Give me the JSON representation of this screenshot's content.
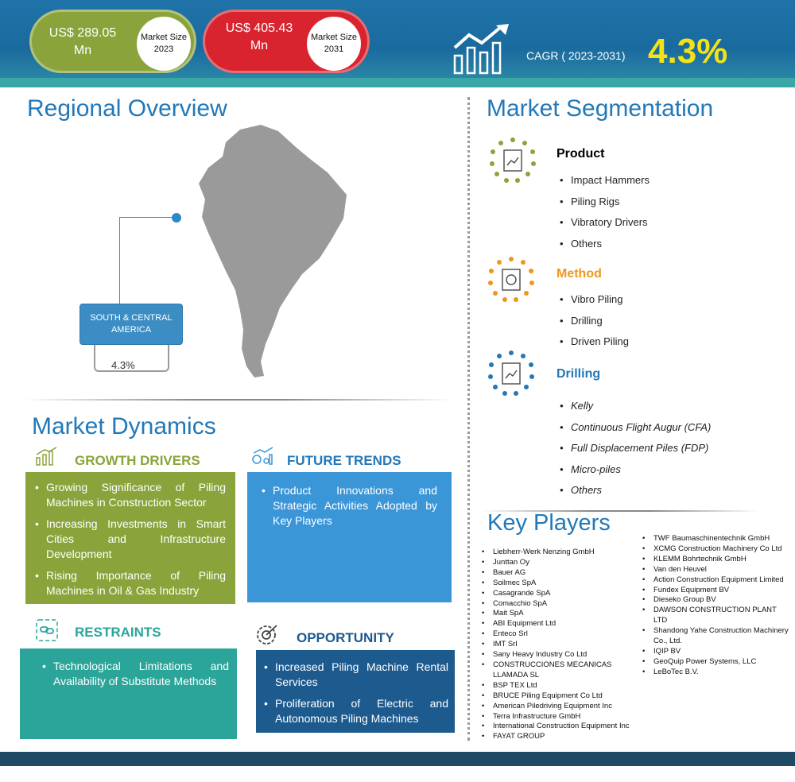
{
  "header": {
    "market_2023": {
      "value": "US$ 289.05 Mn",
      "badge": "Market Size 2023"
    },
    "market_2031": {
      "value": "US$ 405.43 Mn",
      "badge": "Market Size 2031"
    },
    "cagr_label": "CAGR ( 2023-2031)",
    "cagr_value": "4.3%"
  },
  "regional": {
    "title": "Regional Overview",
    "region_name": "SOUTH & CENTRAL AMERICA",
    "region_cagr": "4.3%"
  },
  "segmentation": {
    "title": "Market Segmentation",
    "groups": [
      {
        "name": "Product",
        "color": "#555555",
        "items": [
          "Impact Hammers",
          "Piling Rigs",
          "Vibratory Drivers",
          "Others"
        ]
      },
      {
        "name": "Method",
        "color": "#f0961c",
        "items": [
          "Vibro Piling",
          "Drilling",
          "Driven Piling"
        ]
      },
      {
        "name": "Drilling",
        "color": "#2278b8",
        "items": [
          "Kelly",
          "Continuous Flight Augur (CFA)",
          "Full Displacement Piles (FDP)",
          "Micro-piles",
          "Others"
        ]
      }
    ]
  },
  "dynamics": {
    "title": "Market Dynamics",
    "growth_drivers": {
      "heading": "GROWTH DRIVERS",
      "items": [
        "Growing Significance of Piling Machines in Construction Sector",
        "Increasing Investments in Smart Cities and Infrastructure Development",
        "Rising Importance of Piling Machines in Oil & Gas Industry"
      ]
    },
    "future_trends": {
      "heading": "FUTURE TRENDS",
      "items": [
        "Product Innovations and Strategic Activities Adopted by Key Players"
      ]
    },
    "restraints": {
      "heading": "RESTRAINTS",
      "items": [
        "Technological Limitations and Availability of Substitute Methods"
      ]
    },
    "opportunity": {
      "heading": "OPPORTUNITY",
      "items": [
        "Increased Piling Machine Rental Services",
        "Proliferation of Electric and Autonomous Piling Machines"
      ]
    }
  },
  "key_players": {
    "title": "Key Players",
    "col1": [
      "Liebherr-Werk Nenzing GmbH",
      "Junttan Oy",
      "Bauer AG",
      "Soilmec SpA",
      "Casagrande SpA",
      "Comacchio SpA",
      "Mait SpA",
      "ABI Equipment Ltd",
      "Enteco Srl",
      "IMT Srl",
      "Sany Heavy Industry Co Ltd",
      "CONSTRUCCIONES MECANICAS LLAMADA SL",
      "BSP TEX Ltd",
      "BRUCE Piling Equipment Co Ltd",
      "American Piledriving Equipment Inc",
      "Terra Infrastructure GmbH",
      "International Construction Equipment Inc",
      "FAYAT GROUP"
    ],
    "col2": [
      "TWF Baumaschinentechnik GmbH",
      "XCMG Construction Machinery Co Ltd",
      "KLEMM Bohrtechnik GmbH",
      "Van den Heuvel",
      "Action Construction Equipment Limited",
      "Fundex Equipment BV",
      "Dieseko Group BV",
      "DAWSON CONSTRUCTION PLANT LTD",
      "Shandong Yahe Construction Machinery Co., Ltd.",
      "IQIP BV",
      "GeoQuip Power Systems, LLC",
      "LeBoTec B.V."
    ]
  },
  "colors": {
    "growth": "#8aa43b",
    "trends": "#3b96d8",
    "restraints": "#2ba59a",
    "opportunity": "#1d5a8e",
    "title_blue": "#2278b8"
  }
}
